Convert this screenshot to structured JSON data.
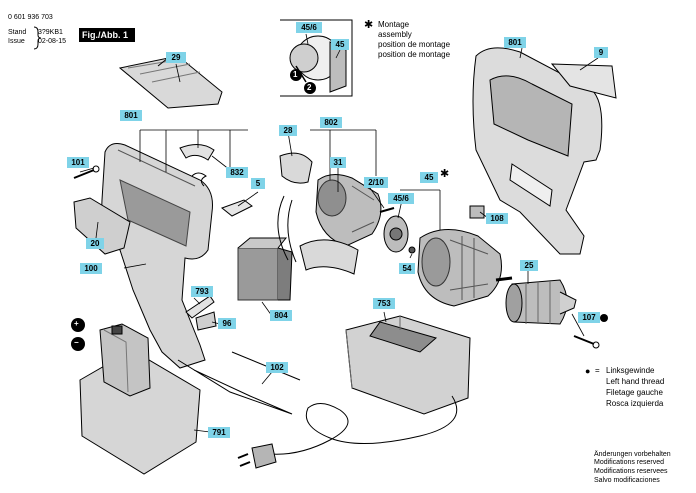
{
  "header": {
    "doc_number": "0 601 936 703",
    "stand_label": "Stand",
    "stand_value": "3?9KB1",
    "issue_label": "Issue",
    "issue_value": "02-08-15",
    "figure": "Fig./Abb. 1"
  },
  "parts": {
    "p29": "29",
    "p801a": "801",
    "p101": "101",
    "p832": "832",
    "p5": "5",
    "p20": "20",
    "p100": "100",
    "p793": "793",
    "p96": "96",
    "p804": "804",
    "p28": "28",
    "p802": "802",
    "p31": "31",
    "p210": "2/10",
    "p456a": "45/6",
    "p45a": "45",
    "p456b": "45/6",
    "p45b": "45",
    "p54": "54",
    "p108": "108",
    "p801b": "801",
    "p9": "9",
    "p25": "25",
    "p107": "107",
    "p753": "753",
    "p102": "102",
    "p791": "791"
  },
  "montage": {
    "star": "✱",
    "lines": [
      "Montage",
      "assembly",
      "position de montage",
      "position de montage"
    ],
    "step1": "1",
    "step2": "2"
  },
  "battery": {
    "plus": "+",
    "minus": "−"
  },
  "left_thread": {
    "bullet": "●",
    "equals": "=",
    "lines": [
      "Linksgewinde",
      "Left hand thread",
      "Filetage gauche",
      "Rosca izquierda"
    ]
  },
  "footer": {
    "lines": [
      "Änderungen vorbehalten",
      "Modifications reserved",
      "Modifications reservees",
      "Salvo modificaciones"
    ]
  }
}
